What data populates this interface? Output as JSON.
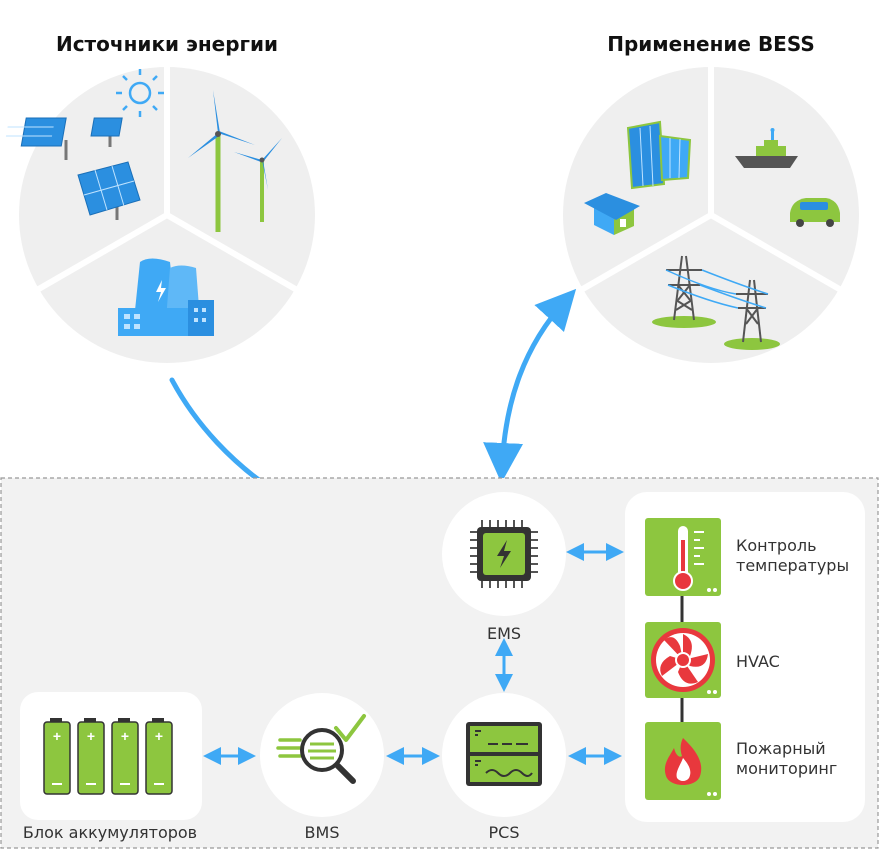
{
  "sources": {
    "title": "Источники энергии"
  },
  "applications": {
    "title": "Применение BESS"
  },
  "nodes": {
    "ems": "EMS",
    "bms": "BMS",
    "pcs": "PCS",
    "battery": "Блок аккумуляторов"
  },
  "monitoring": {
    "temperature": [
      "Контроль",
      "температуры"
    ],
    "hvac": "HVAC",
    "fire": [
      "Пожарный",
      "мониторинг"
    ]
  },
  "colors": {
    "accent_green": "#8dc63f",
    "arrow_blue": "#3fa9f5",
    "icon_blue": "#2b8fe0",
    "fan_red": "#e8383d",
    "panel_gray": "#f2f2f2",
    "circle_gray": "#efefef"
  }
}
